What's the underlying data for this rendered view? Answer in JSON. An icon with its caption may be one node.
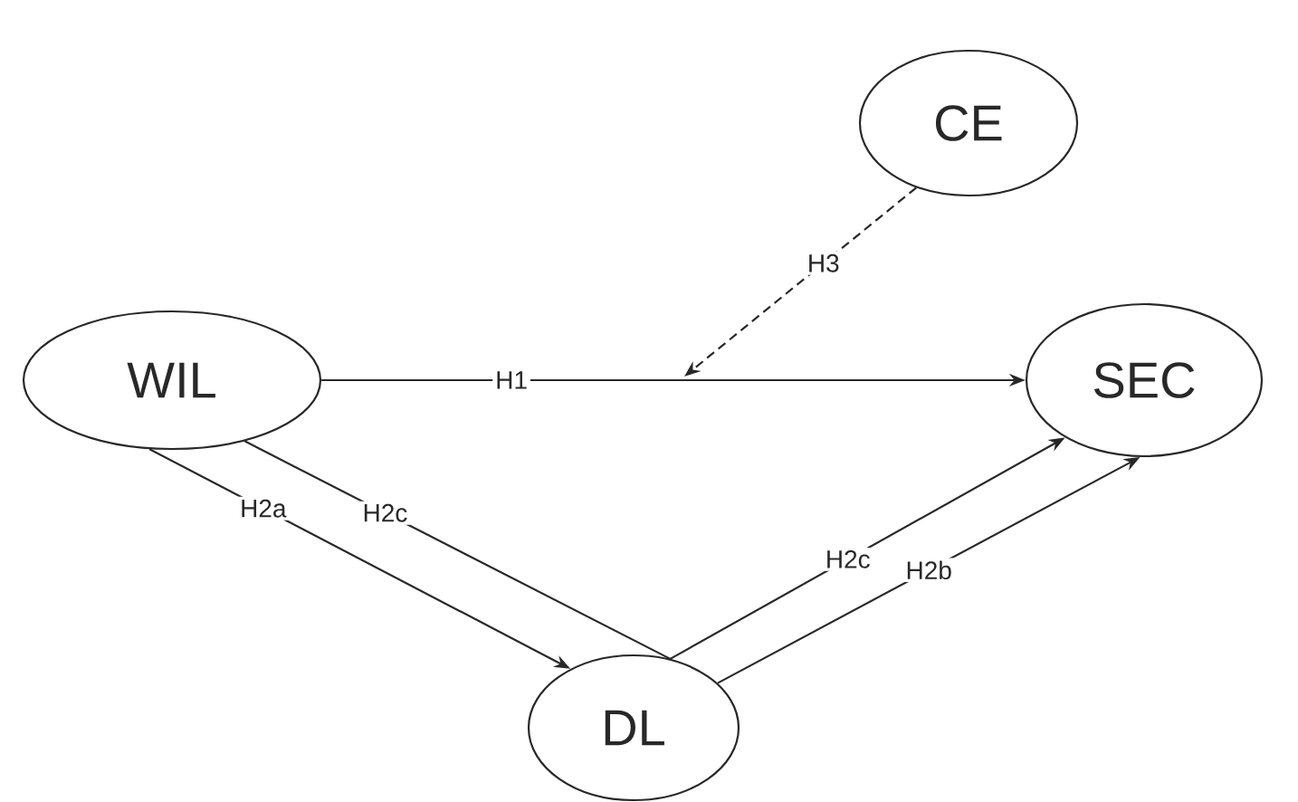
{
  "diagram": {
    "nodes": [
      {
        "text": [
          "WIL"
        ]
      },
      {
        "text": [
          "CE"
        ]
      },
      {
        "text": [
          "SEC"
        ]
      },
      {
        "text": [
          "DL"
        ]
      }
    ],
    "edges": [
      {
        "from": 0,
        "to": 2,
        "arrow": "to",
        "label": "H1"
      },
      {
        "from": 1,
        "to": null,
        "arrow": "to",
        "label": "H3",
        "style": "dashed"
      },
      {
        "from": 0,
        "to": 3,
        "arrow": "to",
        "label": "H2a"
      },
      {
        "from": 0,
        "to": 3,
        "arrow": "none",
        "label": "H2c"
      },
      {
        "from": 3,
        "to": 2,
        "arrow": "to",
        "label": "H2c"
      },
      {
        "from": 3,
        "to": 2,
        "arrow": "to",
        "label": "H2b"
      }
    ]
  }
}
